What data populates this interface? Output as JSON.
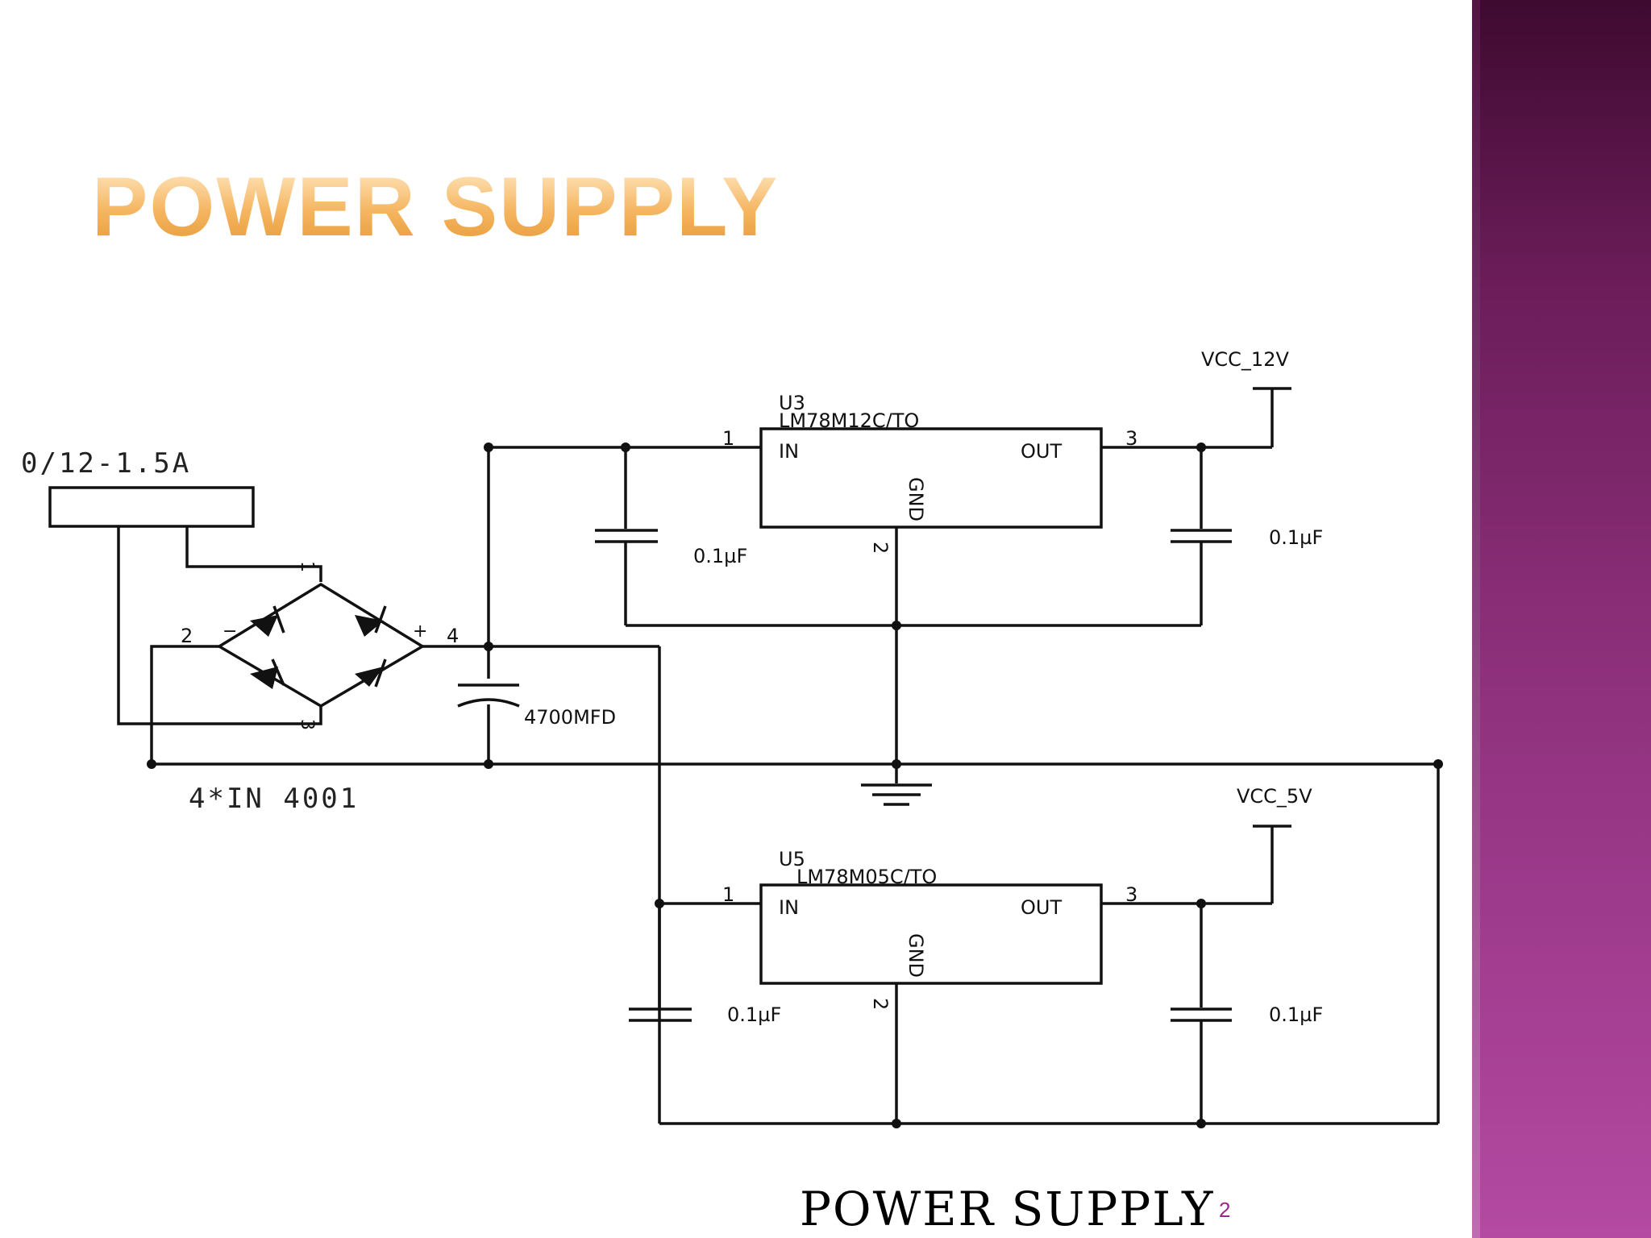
{
  "slide": {
    "title": "POWER SUPPLY",
    "page_number": "2",
    "accent_color": "#f5b560",
    "band_color": "#8a2e78"
  },
  "diagram": {
    "transformer_rating": "0/12-1.5A",
    "bridge_label": "4*IN 4001",
    "bridge_pins": [
      "1",
      "2",
      "3",
      "4"
    ],
    "bridge_minus": "−",
    "bridge_plus": "+",
    "bulk_cap": "4700MFD",
    "reg12": {
      "ref": "U3",
      "part": "LM78M12C/TO",
      "in": "IN",
      "out": "OUT",
      "gnd": "GND",
      "pin_in": "1",
      "pin_gnd": "2",
      "pin_out": "3"
    },
    "reg5": {
      "ref": "U5",
      "part": "LM78M05C/TO",
      "in": "IN",
      "out": "OUT",
      "gnd": "GND",
      "pin_in": "1",
      "pin_gnd": "2",
      "pin_out": "3"
    },
    "rail12": "VCC_12V",
    "rail5": "VCC_5V",
    "cap_value": "0.1µF",
    "caption": "POWER SUPPLY"
  }
}
